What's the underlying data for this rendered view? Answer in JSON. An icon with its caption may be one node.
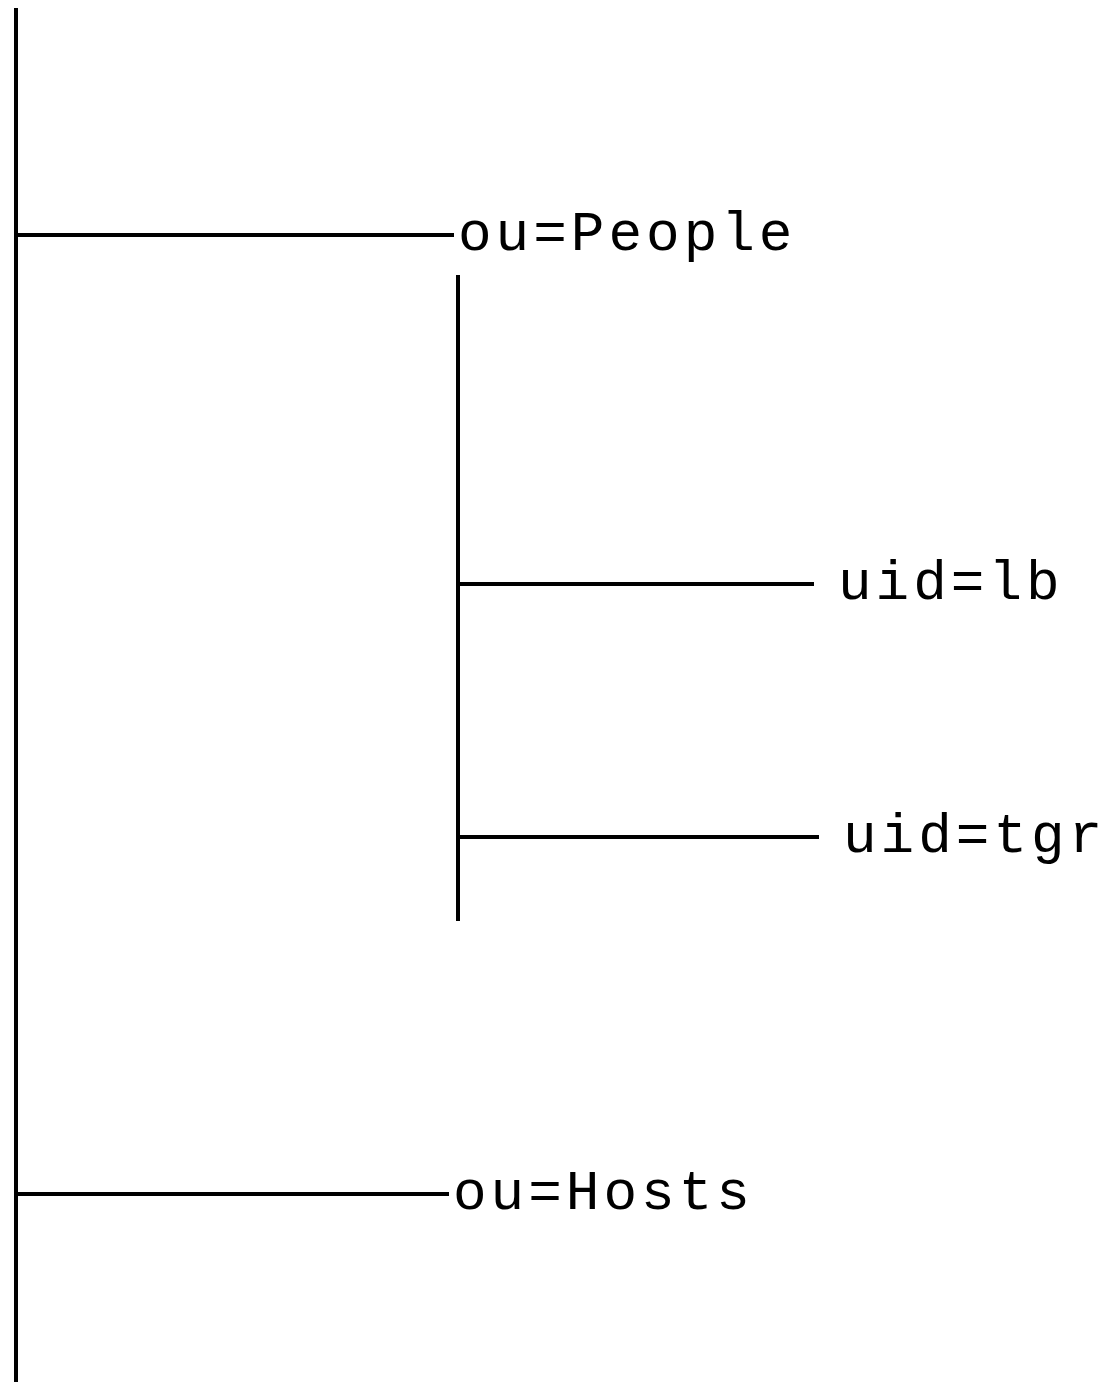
{
  "diagram": {
    "nodes": [
      {
        "text": [],
        "shape": "bar"
      },
      {
        "text": [
          "ou=People"
        ]
      },
      {
        "text": [
          "uid=lb"
        ]
      },
      {
        "text": [
          "uid=tgr"
        ]
      },
      {
        "text": [
          "ou=Hosts"
        ]
      }
    ],
    "edges": [
      {
        "from": 0,
        "to": 1,
        "arrow": "none"
      },
      {
        "from": 0,
        "to": 4,
        "arrow": "none"
      },
      {
        "from": 1,
        "to": 2,
        "arrow": "none"
      },
      {
        "from": 1,
        "to": 3,
        "arrow": "none"
      }
    ]
  }
}
